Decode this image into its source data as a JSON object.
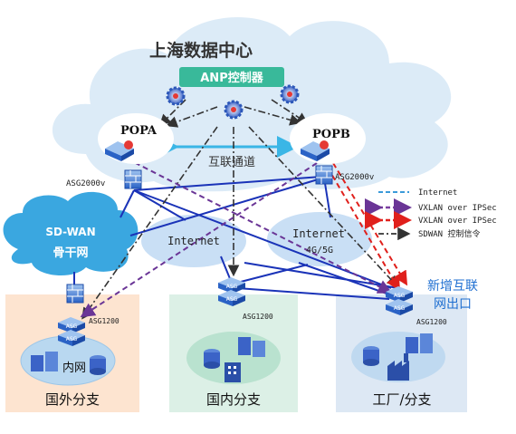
{
  "diagram": {
    "datacenter_title": "上海数据中心",
    "controller_label": "ANP控制器",
    "popa_label": "POPA",
    "popb_label": "POPB",
    "interconnect_label": "互联通道",
    "asg2000v_left": "ASG2000v",
    "asg2000v_right": "ASG2000v",
    "sdwan_line1": "SD-WAN",
    "sdwan_line2": "骨干网",
    "internet1_label": "Internet",
    "internet2_line1": "Internet",
    "internet2_line2": "4G/5G",
    "new_exit_line1": "新增互联",
    "new_exit_line2": "网出口",
    "asg1200_foreign": "ASG1200",
    "asg1200_domestic": "ASG1200",
    "asg1200_factory": "ASG1200",
    "asg_badge": "ASG",
    "intranet_label": "内网",
    "branch_foreign": "国外分支",
    "branch_domestic": "国内分支",
    "branch_factory": "工厂/分支"
  },
  "legend": [
    {
      "label": "Internet",
      "color": "#3a9ad9",
      "style": "dashed"
    },
    {
      "label": "VXLAN over IPSec",
      "color": "#7b3fa0",
      "style": "dashed-arrow"
    },
    {
      "label": "VXLAN over IPSec",
      "color": "#e0201c",
      "style": "dashed-arrow"
    },
    {
      "label": "SDWAN 控制信令",
      "color": "#333333",
      "style": "dashdot-arrow"
    }
  ],
  "colors": {
    "cloud": "#dcebf7",
    "blue_link": "#1a33b8",
    "controller": "#39b99a",
    "foreign_bg": "#fde4d0",
    "domestic_bg": "#dcf0e6",
    "factory_bg": "#dde8f4"
  }
}
